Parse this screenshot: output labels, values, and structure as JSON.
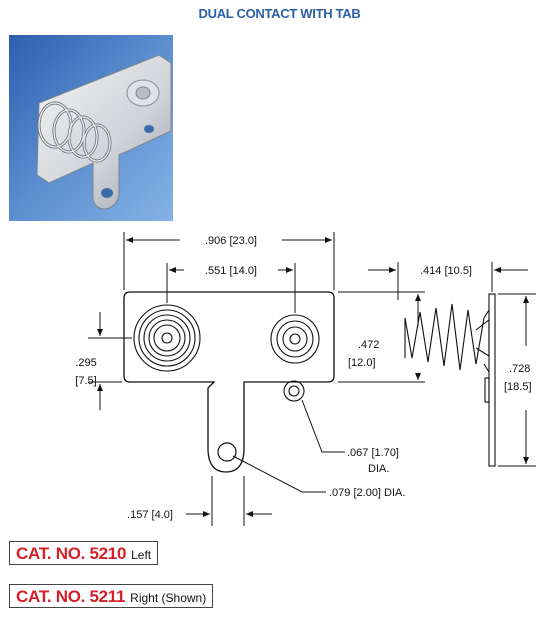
{
  "title": "DUAL CONTACT WITH TAB",
  "dimensions": {
    "overall_width": ".906 [23.0]",
    "contact_spacing": ".551 [14.0]",
    "spring_depth": ".414 [10.5]",
    "body_height": ".472",
    "body_height_mm": "[12.0]",
    "contact_offset": ".295",
    "contact_offset_mm": "[7.5]",
    "total_height": ".728",
    "total_height_mm": "[18.5]",
    "small_hole": ".067 [1.70]",
    "small_hole_note": "DIA.",
    "tab_hole": ".079 [2.00] DIA.",
    "tab_offset": ".157 [4.0]"
  },
  "catalog": [
    {
      "number": "CAT. NO. 5210",
      "side": "Left"
    },
    {
      "number": "CAT. NO. 5211",
      "side": "Right (Shown)"
    }
  ],
  "colors": {
    "title": "#2b5fa8",
    "catalog_number": "#d71f2a",
    "photo_bg": "#4c7fc4"
  }
}
